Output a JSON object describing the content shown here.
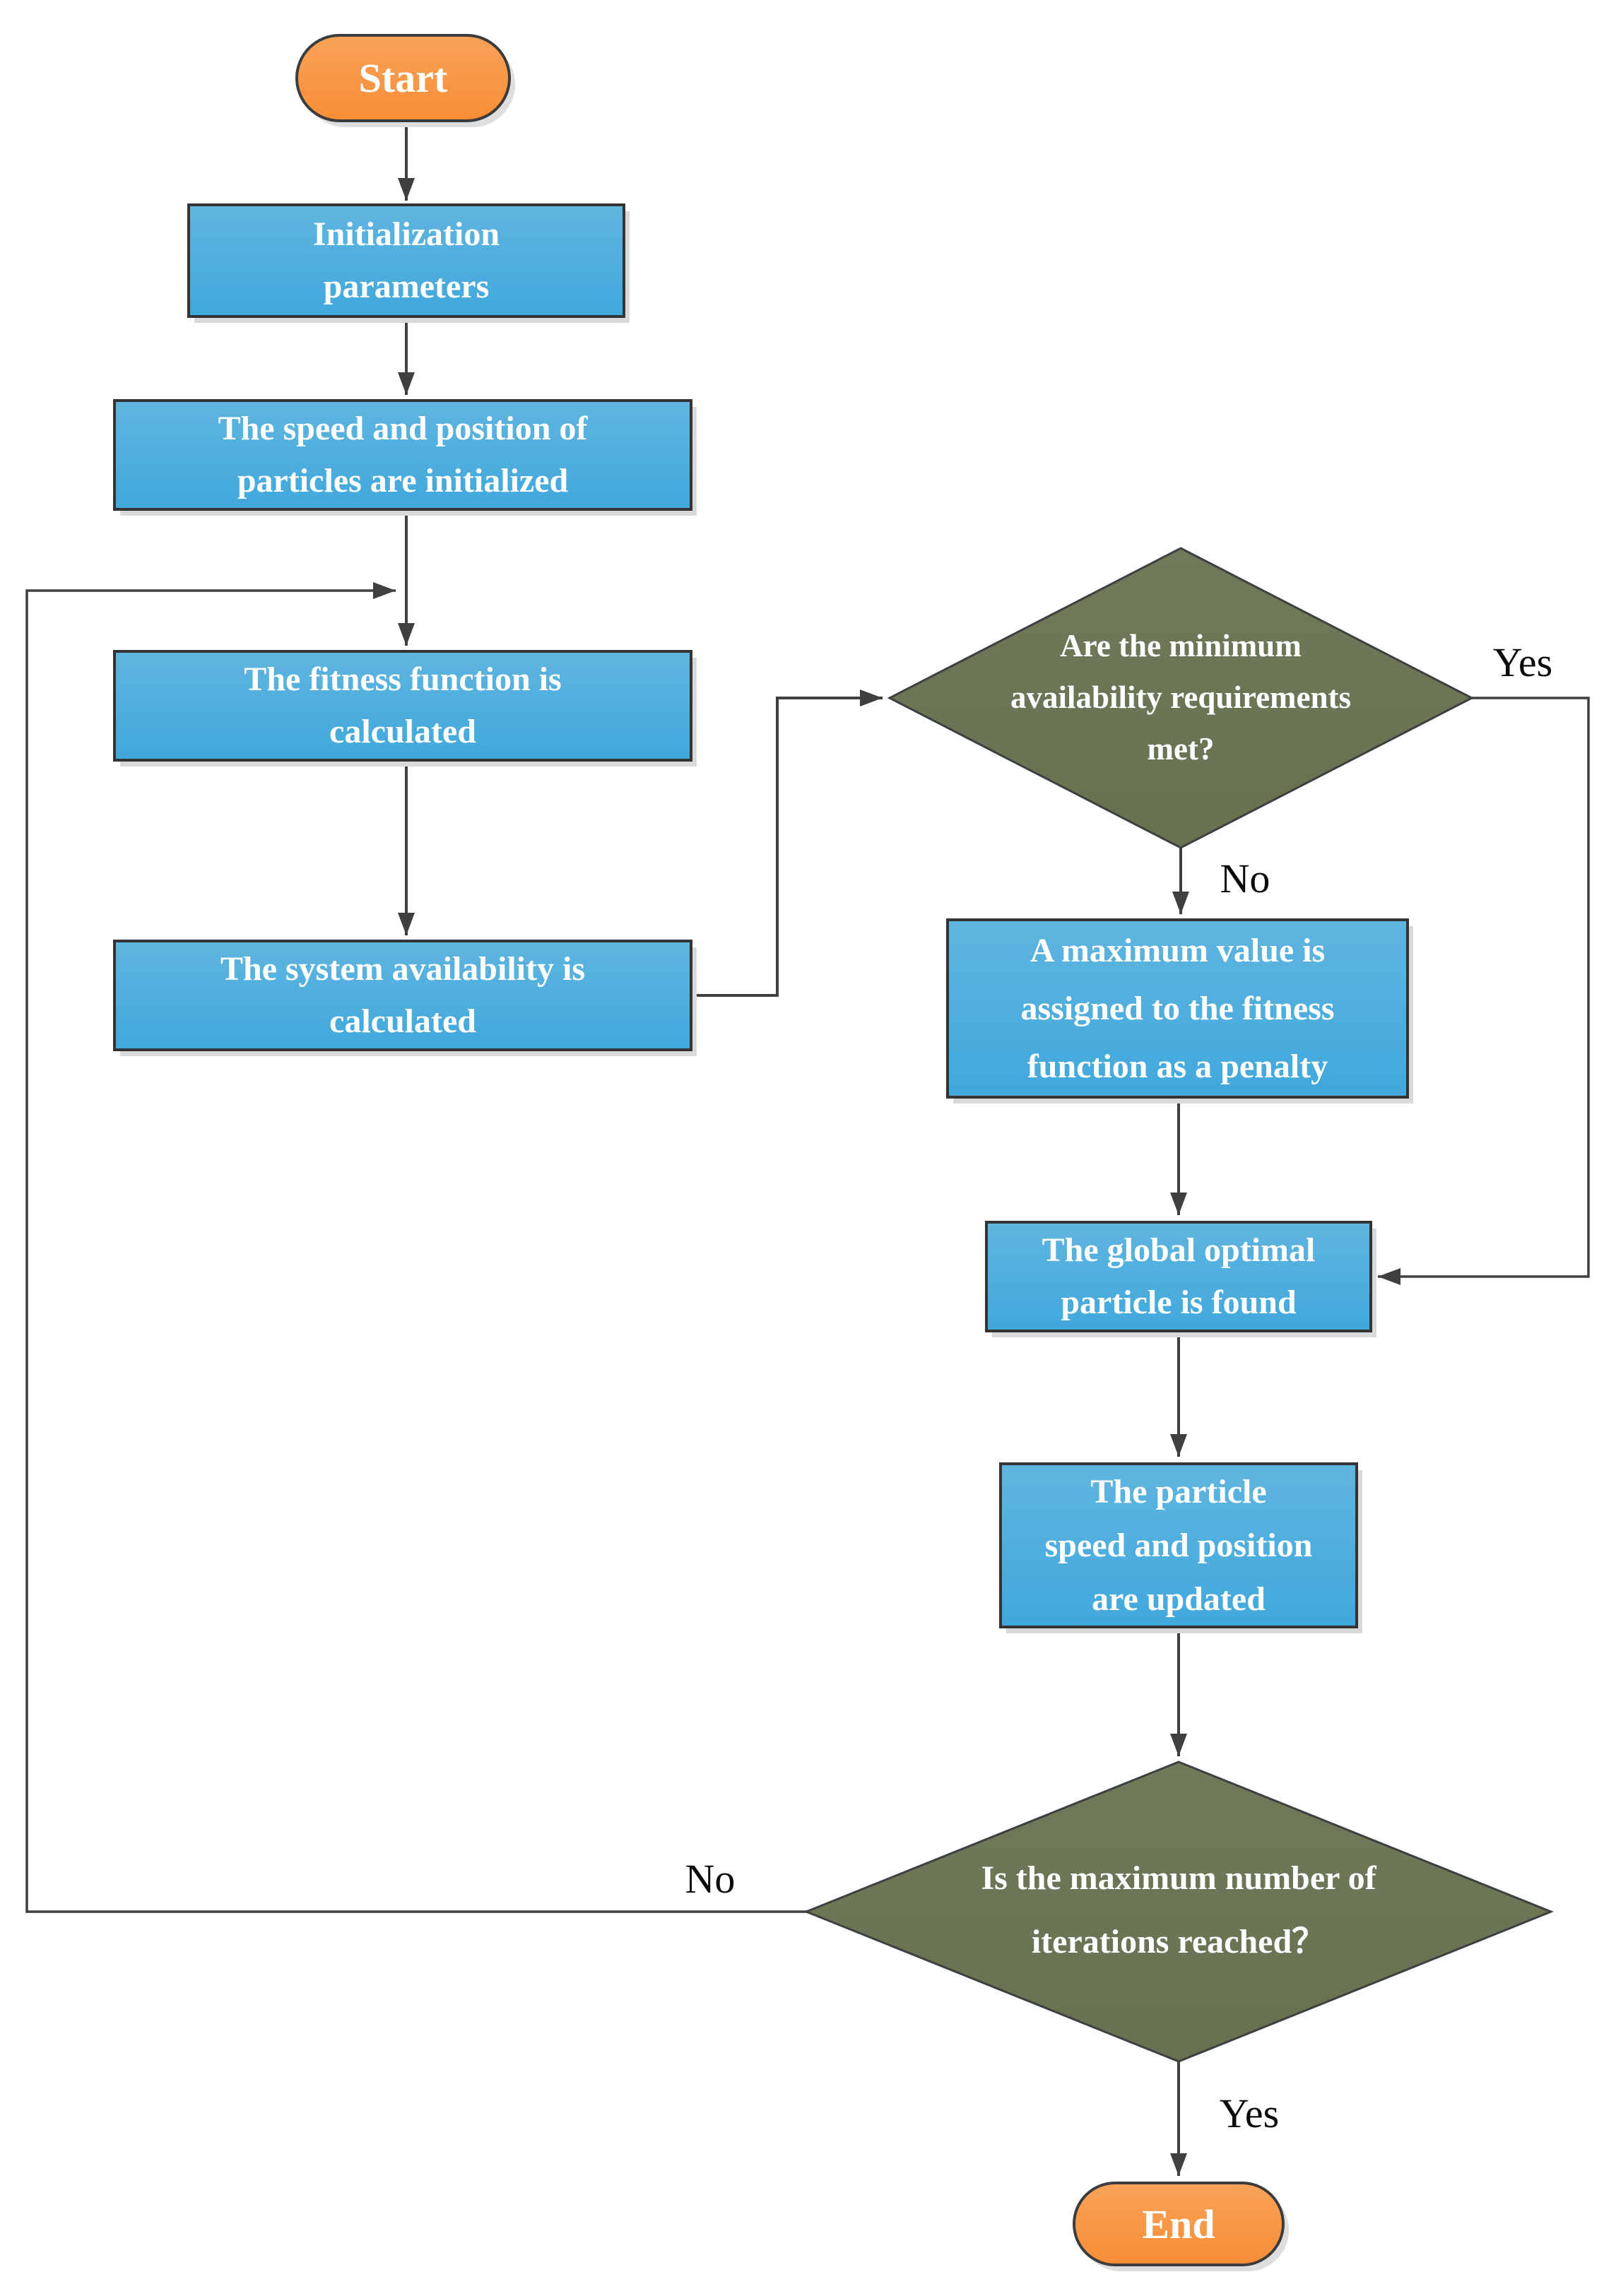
{
  "flowchart": {
    "nodes": {
      "start": {
        "label": "Start"
      },
      "init_params": {
        "lines": [
          "Initialization",
          "parameters"
        ]
      },
      "init_particles": {
        "lines": [
          "The speed and position of",
          "particles are initialized"
        ]
      },
      "fitness": {
        "lines": [
          "The fitness function is",
          "calculated"
        ]
      },
      "availability": {
        "lines": [
          "The system availability is",
          "calculated"
        ]
      },
      "min_availability_decision": {
        "lines": [
          "Are the minimum",
          "availability requirements",
          "met?"
        ]
      },
      "penalty": {
        "lines": [
          "A maximum value is",
          "assigned to the fitness",
          "function as a penalty"
        ]
      },
      "global_optimal": {
        "lines": [
          "The global optimal",
          "particle is found"
        ]
      },
      "update_particles": {
        "lines": [
          "The particle",
          "speed and position",
          "are updated"
        ]
      },
      "max_iterations_decision": {
        "lines": [
          "Is the maximum number of",
          "iterations reached？"
        ]
      },
      "end": {
        "label": "End"
      }
    },
    "edge_labels": {
      "decision1_yes": "Yes",
      "decision1_no": "No",
      "decision2_no": "No",
      "decision2_yes": "Yes"
    },
    "colors": {
      "process_fill_top": "#5FB5DF",
      "process_fill_bottom": "#41A8DC",
      "terminal_fill_top": "#F9A258",
      "terminal_fill_bottom": "#F78E36",
      "decision_fill_top": "#6F7A5B",
      "decision_fill_bottom": "#667150",
      "connector": "#3F3F3F",
      "node_text": "#FFFFFF",
      "label_text": "#0A0A0A"
    }
  }
}
